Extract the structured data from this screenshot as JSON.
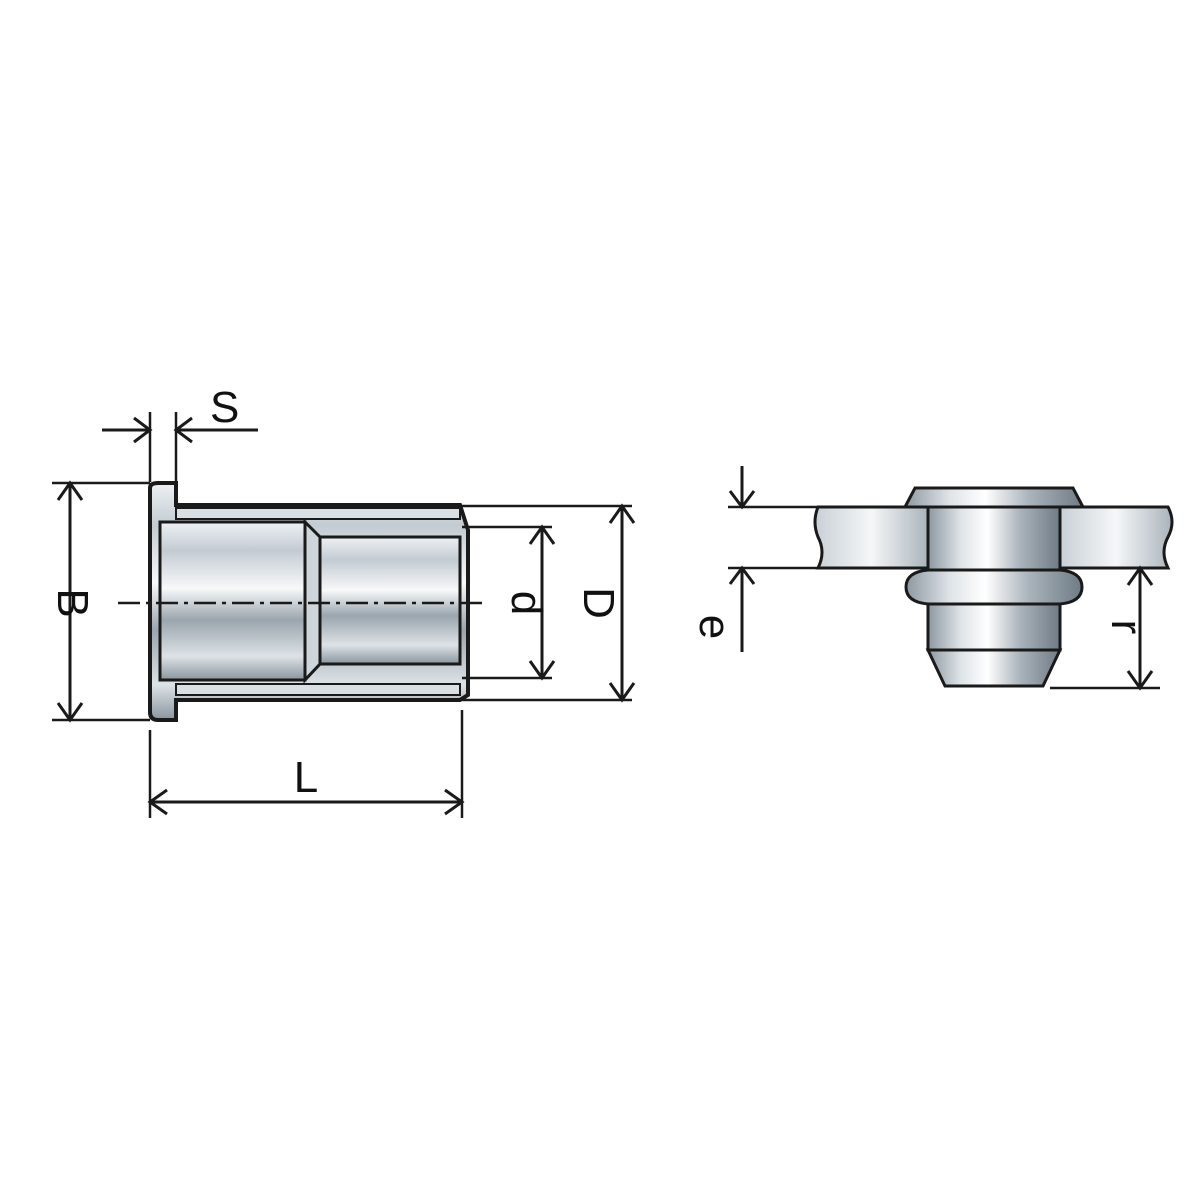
{
  "labels": {
    "S": "S",
    "B": "B",
    "d": "d",
    "D": "D",
    "L": "L",
    "e": "e",
    "r": "r"
  },
  "colors": {
    "line": "#1a1a1a",
    "metal_light": "#f2f4f6",
    "metal_mid": "#b7c0c8",
    "metal_dark": "#707c86",
    "background": "#ffffff"
  }
}
